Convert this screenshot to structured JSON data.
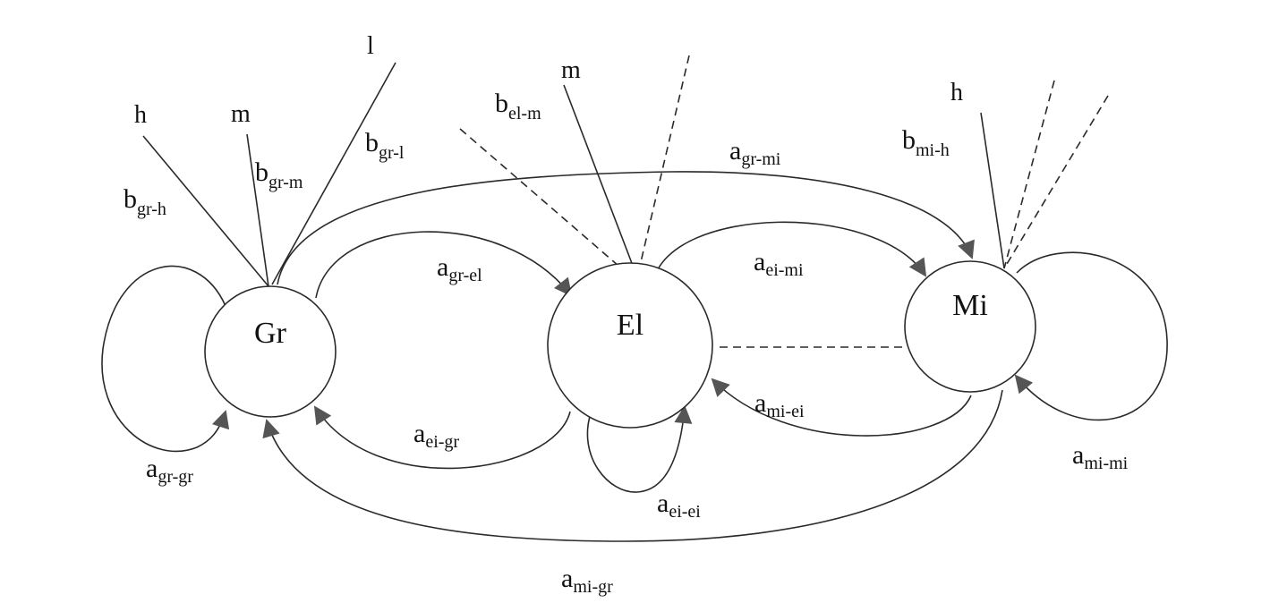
{
  "nodes": {
    "gr": "Gr",
    "el": "El",
    "mi": "Mi"
  },
  "emission_symbols": {
    "gr_h": "h",
    "gr_m": "m",
    "gr_l": "l",
    "el_m": "m",
    "mi_h": "h"
  },
  "emission_labels": {
    "b_gr_h": {
      "base": "b",
      "sub": "gr-h"
    },
    "b_gr_m": {
      "base": "b",
      "sub": "gr-m"
    },
    "b_gr_l": {
      "base": "b",
      "sub": "gr-l"
    },
    "b_el_m": {
      "base": "b",
      "sub": "el-m"
    },
    "b_mi_h": {
      "base": "b",
      "sub": "mi-h"
    }
  },
  "transition_labels": {
    "a_gr_gr": {
      "base": "a",
      "sub": "gr-gr"
    },
    "a_gr_el": {
      "base": "a",
      "sub": "gr-el"
    },
    "a_gr_mi": {
      "base": "a",
      "sub": "gr-mi"
    },
    "a_ei_mi": {
      "base": "a",
      "sub": "ei-mi"
    },
    "a_ei_gr": {
      "base": "a",
      "sub": "ei-gr"
    },
    "a_ei_ei": {
      "base": "a",
      "sub": "ei-ei"
    },
    "a_mi_ei": {
      "base": "a",
      "sub": "mi-ei"
    },
    "a_mi_mi": {
      "base": "a",
      "sub": "mi-mi"
    },
    "a_mi_gr": {
      "base": "a",
      "sub": "mi-gr"
    }
  },
  "colors": {
    "line": "#2a2a2a",
    "arrowhead": "#555555",
    "background": "#ffffff"
  }
}
